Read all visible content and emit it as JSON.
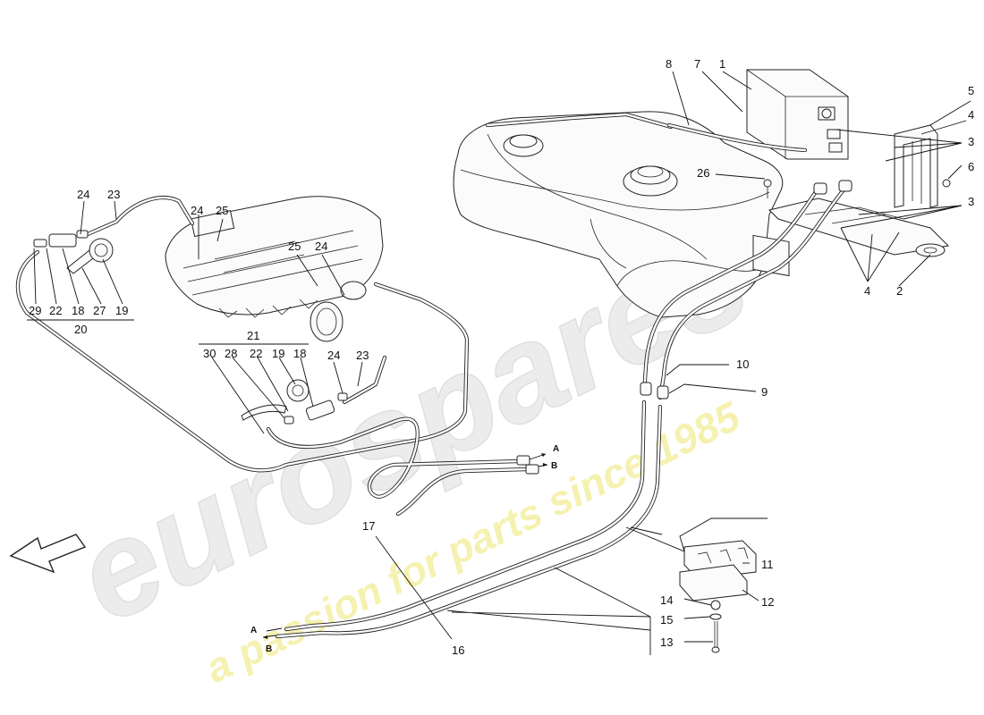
{
  "watermark": {
    "brand": "eurospares",
    "tagline": "a passion for parts since 1985",
    "brand_color": "#e6e6e6",
    "tagline_color": "#f2ee9c"
  },
  "callouts": {
    "c1": "1",
    "c2": "2",
    "c3a": "3",
    "c3b": "3",
    "c4a": "4",
    "c4b": "4",
    "c5": "5",
    "c6": "6",
    "c7": "7",
    "c8": "8",
    "c9": "9",
    "c10": "10",
    "c11": "11",
    "c12": "12",
    "c13": "13",
    "c14": "14",
    "c15": "15",
    "c16": "16",
    "c17": "17",
    "left": {
      "c23": "23",
      "c24": "24",
      "c29": "29",
      "c22": "22",
      "c18": "18",
      "c27": "27",
      "c19": "19",
      "c20": "20"
    },
    "engine": {
      "c24a": "24",
      "c25a": "25",
      "c25b": "25",
      "c24b": "24"
    },
    "mid": {
      "c21": "21",
      "c30": "30",
      "c28": "28",
      "c22": "22",
      "c19": "19",
      "c18": "18",
      "c24": "24",
      "c23": "23"
    },
    "c26": "26"
  },
  "connectors": {
    "right_a": "A",
    "right_b": "B",
    "bottom_a": "A",
    "bottom_b": "B"
  },
  "icons": {
    "direction_arrow": "front-direction-arrow-icon"
  }
}
